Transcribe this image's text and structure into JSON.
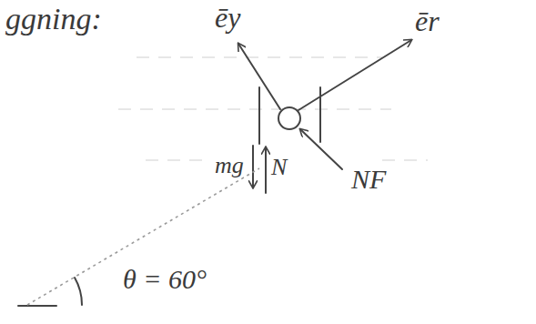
{
  "diagram": {
    "labels": [
      "ggning:",
      "ēy",
      "ēr",
      "mg",
      "N",
      "NF",
      "θ = 60°"
    ]
  }
}
